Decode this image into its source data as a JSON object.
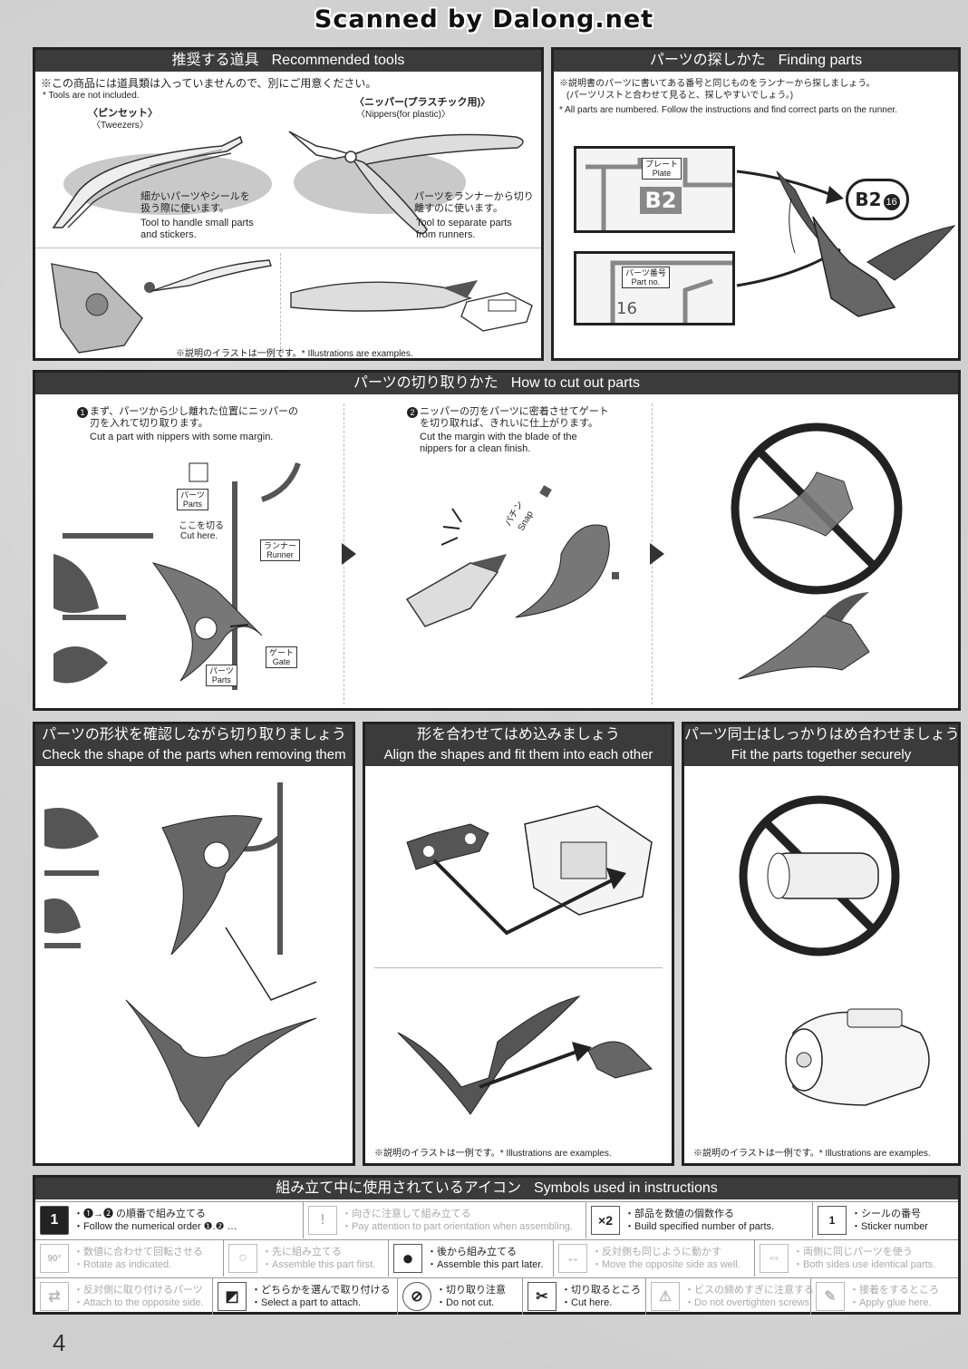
{
  "watermark": "Scanned by Dalong.net",
  "page_number": "4",
  "tools": {
    "title_jp": "推奨する道具",
    "title_en": "Recommended tools",
    "note_jp": "※この商品には道具類は入っていませんので、別にご用意ください。",
    "note_en": "* Tools are not included.",
    "tweezers_jp": "〈ピンセット〉",
    "tweezers_en": "〈Tweezers〉",
    "tweezers_desc_jp_1": "細かいパーツやシールを",
    "tweezers_desc_jp_2": "扱う際に使います。",
    "tweezers_desc_en_1": "Tool to handle small parts",
    "tweezers_desc_en_2": "and stickers.",
    "nippers_jp": "〈ニッパー(プラスチック用)〉",
    "nippers_en": "〈Nippers(for plastic)〉",
    "nippers_desc_jp_1": "パーツをランナーから切り",
    "nippers_desc_jp_2": "離すのに使います。",
    "nippers_desc_en_1": "Tool to separate parts",
    "nippers_desc_en_2": "from runners.",
    "example_note": "※説明のイラストは一例です。* Illustrations are examples."
  },
  "finding": {
    "title_jp": "パーツの探しかた",
    "title_en": "Finding parts",
    "note_jp_1": "※説明書のパーツに書いてある番号と同じものをランナーから探しましょう。",
    "note_jp_2": "(パーツリストと合わせて見ると、探しやすいでしょう。)",
    "note_en": "* All parts are numbered. Follow the instructions and find correct parts on the runner.",
    "plate_jp": "プレート",
    "plate_en": "Plate",
    "plate_code": "B2",
    "partno_jp": "パーツ番号",
    "partno_en": "Part no.",
    "partno_value": "16",
    "callout_letter": "B2",
    "callout_number": "16"
  },
  "cutting": {
    "title_jp": "パーツの切り取りかた",
    "title_en": "How to cut out parts",
    "step1_num": "1",
    "step1_jp_1": "まず、パーツから少し離れた位置にニッパーの",
    "step1_jp_2": "刃を入れて切り取ります。",
    "step1_en": "Cut a part with nippers with some margin.",
    "step2_num": "2",
    "step2_jp_1": "ニッパーの刃をパーツに密着させてゲート",
    "step2_jp_2": "を切り取れば、きれいに仕上がります。",
    "step2_en_1": "Cut the margin with the blade of the",
    "step2_en_2": "nippers for a clean finish.",
    "label_parts_jp": "パーツ",
    "label_parts_en": "Parts",
    "label_cut_jp": "ここを切る",
    "label_cut_en": "Cut here.",
    "label_runner_jp": "ランナー",
    "label_runner_en": "Runner",
    "label_gate_jp": "ゲート",
    "label_gate_en": "Gate",
    "label_parts2_jp": "パーツ",
    "label_parts2_en": "Parts",
    "snap_jp": "パチン",
    "snap_en": "Snap"
  },
  "shape": {
    "title_jp": "パーツの形状を確認しながら切り取りましょう",
    "title_en": "Check the shape of the parts when removing them"
  },
  "align": {
    "title_jp": "形を合わせてはめ込みましょう",
    "title_en": "Align the shapes and fit them into each other",
    "example_note": "※説明のイラストは一例です。* Illustrations are examples."
  },
  "fit": {
    "title_jp": "パーツ同士はしっかりはめ合わせましょう",
    "title_en": "Fit the parts together securely",
    "example_note": "※説明のイラストは一例です。* Illustrations are examples."
  },
  "symbols": {
    "title_jp": "組み立て中に使用されているアイコン",
    "title_en": "Symbols used in instructions",
    "row1": [
      {
        "icon": "1",
        "jp": "・❶→❷ の順番で組み立てる",
        "en": "・Follow the numerical order ❶.❷ …",
        "dim": false
      },
      {
        "icon": "!",
        "jp": "・向きに注意して組み立てる",
        "en": "・Pay attention to part orientation when assembling.",
        "dim": true
      },
      {
        "icon": "×2",
        "jp": "・部品を数値の個数作る",
        "en": "・Build specified number of parts.",
        "dim": false
      },
      {
        "icon": "1",
        "jp": "・シールの番号",
        "en": "・Sticker number",
        "dim": false
      }
    ],
    "row2": [
      {
        "icon": "90°",
        "jp": "・数値に合わせて回転させる",
        "en": "・Rotate as indicated.",
        "dim": true
      },
      {
        "icon": "○",
        "jp": "・先に組み立てる",
        "en": "・Assemble this part first.",
        "dim": true
      },
      {
        "icon": "●",
        "jp": "・後から組み立てる",
        "en": "・Assemble this part later.",
        "dim": false
      },
      {
        "icon": "↔",
        "jp": "・反対側も同じように動かす",
        "en": "・Move the opposite side as well.",
        "dim": true
      },
      {
        "icon": "⇔",
        "jp": "・両側に同じパーツを使う",
        "en": "・Both sides use identical parts.",
        "dim": true
      }
    ],
    "row3": [
      {
        "icon": "⇄",
        "jp": "・反対側に取り付けるパーツ",
        "en": "・Attach to the opposite side.",
        "dim": true
      },
      {
        "icon": "◩",
        "jp": "・どちらかを選んで取り付ける",
        "en": "・Select a part to attach.",
        "dim": false
      },
      {
        "icon": "⊘",
        "jp": "・切り取り注意",
        "en": "・Do not cut.",
        "dim": false
      },
      {
        "icon": "✂",
        "jp": "・切り取るところ",
        "en": "・Cut here.",
        "dim": false
      },
      {
        "icon": "⚠",
        "jp": "・ビスの締めすぎに注意する",
        "en": "・Do not overtighten screws.",
        "dim": true
      },
      {
        "icon": "✎",
        "jp": "・接着をするところ",
        "en": "・Apply glue here.",
        "dim": true
      }
    ]
  }
}
